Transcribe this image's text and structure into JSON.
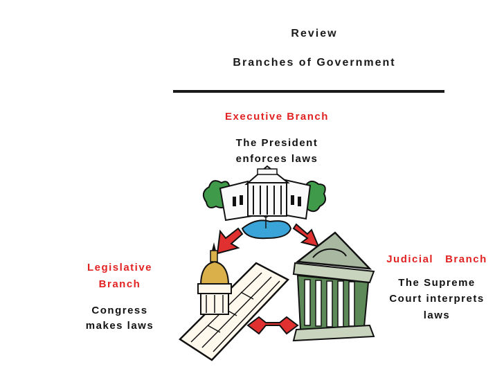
{
  "title": {
    "line1": "Review",
    "line2": "Branches of Government"
  },
  "executive": {
    "heading": "Executive Branch",
    "desc_line1": "The President",
    "desc_line2": "enforces laws"
  },
  "judicial": {
    "heading": "Judicial   Branch",
    "desc_line1": "The Supreme",
    "desc_line2": "Court interprets",
    "desc_line3": "laws"
  },
  "legislative": {
    "heading_line1": "Legislative",
    "heading_line2": "Branch",
    "desc_line1": "Congress",
    "desc_line2": "makes laws"
  },
  "colors": {
    "heading_red": "#e22222",
    "arrow_red": "#e03030",
    "text_dark": "#111111",
    "building_green": "#5a9a5a"
  }
}
